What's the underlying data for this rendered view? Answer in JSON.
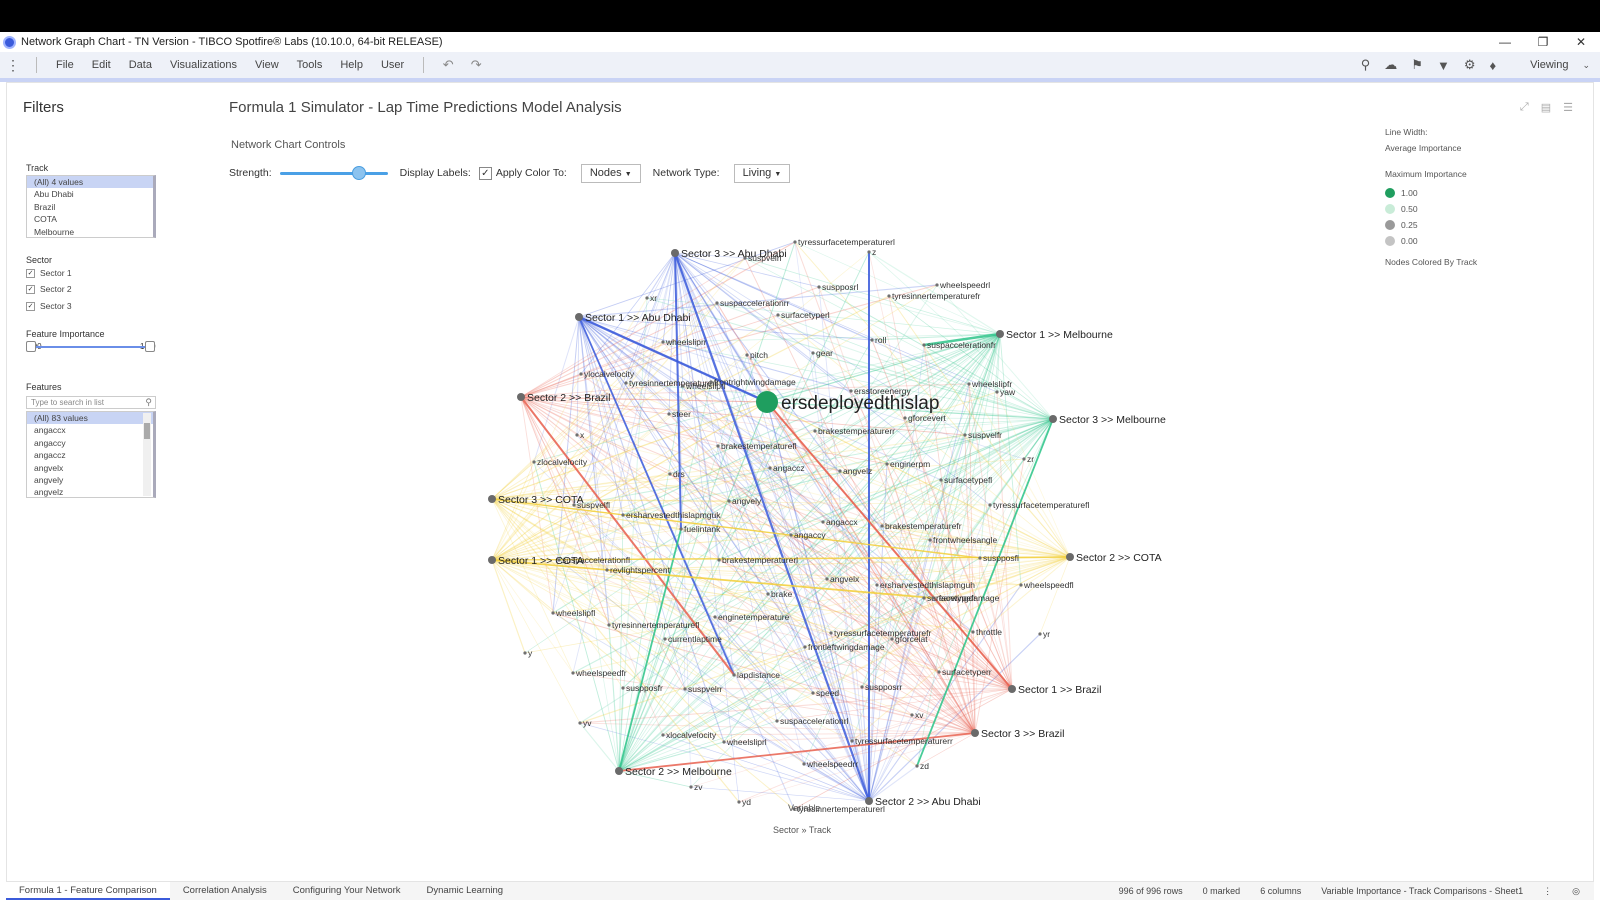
{
  "window": {
    "title": "Network Graph Chart - TN Version - TIBCO Spotfire® Labs (10.10.0, 64-bit RELEASE)",
    "min": "—",
    "restore": "❐",
    "close": "✕"
  },
  "menu": [
    "File",
    "Edit",
    "Data",
    "Visualizations",
    "View",
    "Tools",
    "Help",
    "User"
  ],
  "toolbar": {
    "mode": "Viewing"
  },
  "filters": {
    "title": "Filters",
    "track_label": "Track",
    "track_items": [
      "(All) 4 values",
      "Abu Dhabi",
      "Brazil",
      "COTA",
      "Melbourne"
    ],
    "sector_label": "Sector",
    "sectors": [
      "Sector 1",
      "Sector 2",
      "Sector 3"
    ],
    "fi_label": "Feature Importance",
    "fi_min": "0.00",
    "fi_max": "1.00",
    "features_label": "Features",
    "search_placeholder": "Type to search in list",
    "feature_items": [
      "(All) 83 values",
      "angaccx",
      "angaccy",
      "angaccz",
      "angvelx",
      "angvely",
      "angvelz"
    ]
  },
  "viz": {
    "title": "Formula 1 Simulator - Lap Time Predictions Model Analysis",
    "controls_title": "Network Chart Controls",
    "strength_label": "Strength:",
    "display_labels": "Display Labels:",
    "apply_color_label": "Apply Color To:",
    "apply_color_value": "Nodes",
    "network_type_label": "Network Type:",
    "network_type_value": "Living",
    "x_axis_label": "Variable",
    "x_axis_sub": "Sector » Track"
  },
  "legend": {
    "line_width_label": "Line Width:",
    "line_width_value": "Average Importance",
    "max_importance_label": "Maximum Importance",
    "items": [
      {
        "label": "1.00",
        "color": "#1f9e5f"
      },
      {
        "label": "0.50",
        "color": "#c9ecd8"
      },
      {
        "label": "0.25",
        "color": "#9a9a9a"
      },
      {
        "label": "0.00",
        "color": "#c4c4c4"
      }
    ],
    "note": "Nodes Colored By Track"
  },
  "colors": {
    "abu_dhabi": "#3b5bdb",
    "brazil": "#e8604f",
    "cota": "#f2cf3a",
    "melbourne": "#2ec48a",
    "node": "#707070",
    "highlight": "#1f9e5f"
  },
  "network": {
    "sectors": [
      {
        "label": "Sector 3 >> Abu Dhabi",
        "track": "abu_dhabi"
      },
      {
        "label": "Sector 1 >> Abu Dhabi",
        "track": "abu_dhabi"
      },
      {
        "label": "Sector 2 >> Abu Dhabi",
        "track": "abu_dhabi"
      },
      {
        "label": "Sector 1 >> Melbourne",
        "track": "melbourne"
      },
      {
        "label": "Sector 3 >> Melbourne",
        "track": "melbourne"
      },
      {
        "label": "Sector 2 >> Melbourne",
        "track": "melbourne"
      },
      {
        "label": "Sector 2 >> Brazil",
        "track": "brazil"
      },
      {
        "label": "Sector 1 >> Brazil",
        "track": "brazil"
      },
      {
        "label": "Sector 3 >> Brazil",
        "track": "brazil"
      },
      {
        "label": "Sector 3 >> COTA",
        "track": "cota"
      },
      {
        "label": "Sector 1 >> COTA",
        "track": "cota"
      },
      {
        "label": "Sector 2 >> COTA",
        "track": "cota"
      }
    ],
    "highlight": "ersdeployedthislap",
    "features": [
      "tyressurfacetemperaturerl",
      "z",
      "suspvelrl",
      "wheelspeedrl",
      "xr",
      "suspposrl",
      "tyresinnertemperaturefr",
      "suspaccelerationrr",
      "surfacetyperl",
      "wheelslipfr",
      "roll",
      "suspaccelerationfr",
      "wheelsliprr",
      "gear",
      "pitch",
      "ylocalvelocity",
      "tyresinnertemperaturerr",
      "frontrightwingdamage",
      "wheelsliprl",
      "yaw",
      "ersstoreenergy",
      "steer",
      "gforcevert",
      "brakestemperaturerr",
      "suspvelfr",
      "x",
      "brakestemperaturefl",
      "enginerpm",
      "zlocalvelocity",
      "angaccz",
      "angvelz",
      "zr",
      "drs",
      "surfacetypefl",
      "tyressurfacetemperaturefl",
      "suspvelfl",
      "angvely",
      "ersharvestedthislapmguk",
      "fuelintank",
      "angaccx",
      "brakestemperaturefr",
      "angaccy",
      "frontwheelsangle",
      "suspaccelerationfl",
      "brakestemperaturerl",
      "suspposfl",
      "revlightspercent",
      "angvelx",
      "ersharvestedthislapmguh",
      "wheelspeedfl",
      "surfacetypefr",
      "brake",
      "rearwingdamage",
      "wheelslipfl",
      "enginetemperature",
      "tyresinnertemperaturefl",
      "currentlaptime",
      "throttle",
      "tyressurfacetemperaturefr",
      "gforcelat",
      "frontleftwingdamage",
      "yr",
      "y",
      "surfacetyperr",
      "wheelspeedfr",
      "lapdistance",
      "suspposfr",
      "suspvelrr",
      "suspposrr",
      "speed",
      "xv",
      "suspaccelerationrl",
      "yv",
      "xlocalvelocity",
      "tyressurfacetemperaturerr",
      "wheelsliprl",
      "wheelspeedrr",
      "zd",
      "zv",
      "yd",
      "tyresinnertemperaturerl"
    ]
  },
  "tabs": [
    "Formula 1 - Feature Comparison",
    "Correlation Analysis",
    "Configuring Your Network",
    "Dynamic Learning"
  ],
  "status": {
    "rows": "996 of 996 rows",
    "marked": "0 marked",
    "columns": "6 columns",
    "table": "Variable Importance - Track Comparisons - Sheet1"
  }
}
